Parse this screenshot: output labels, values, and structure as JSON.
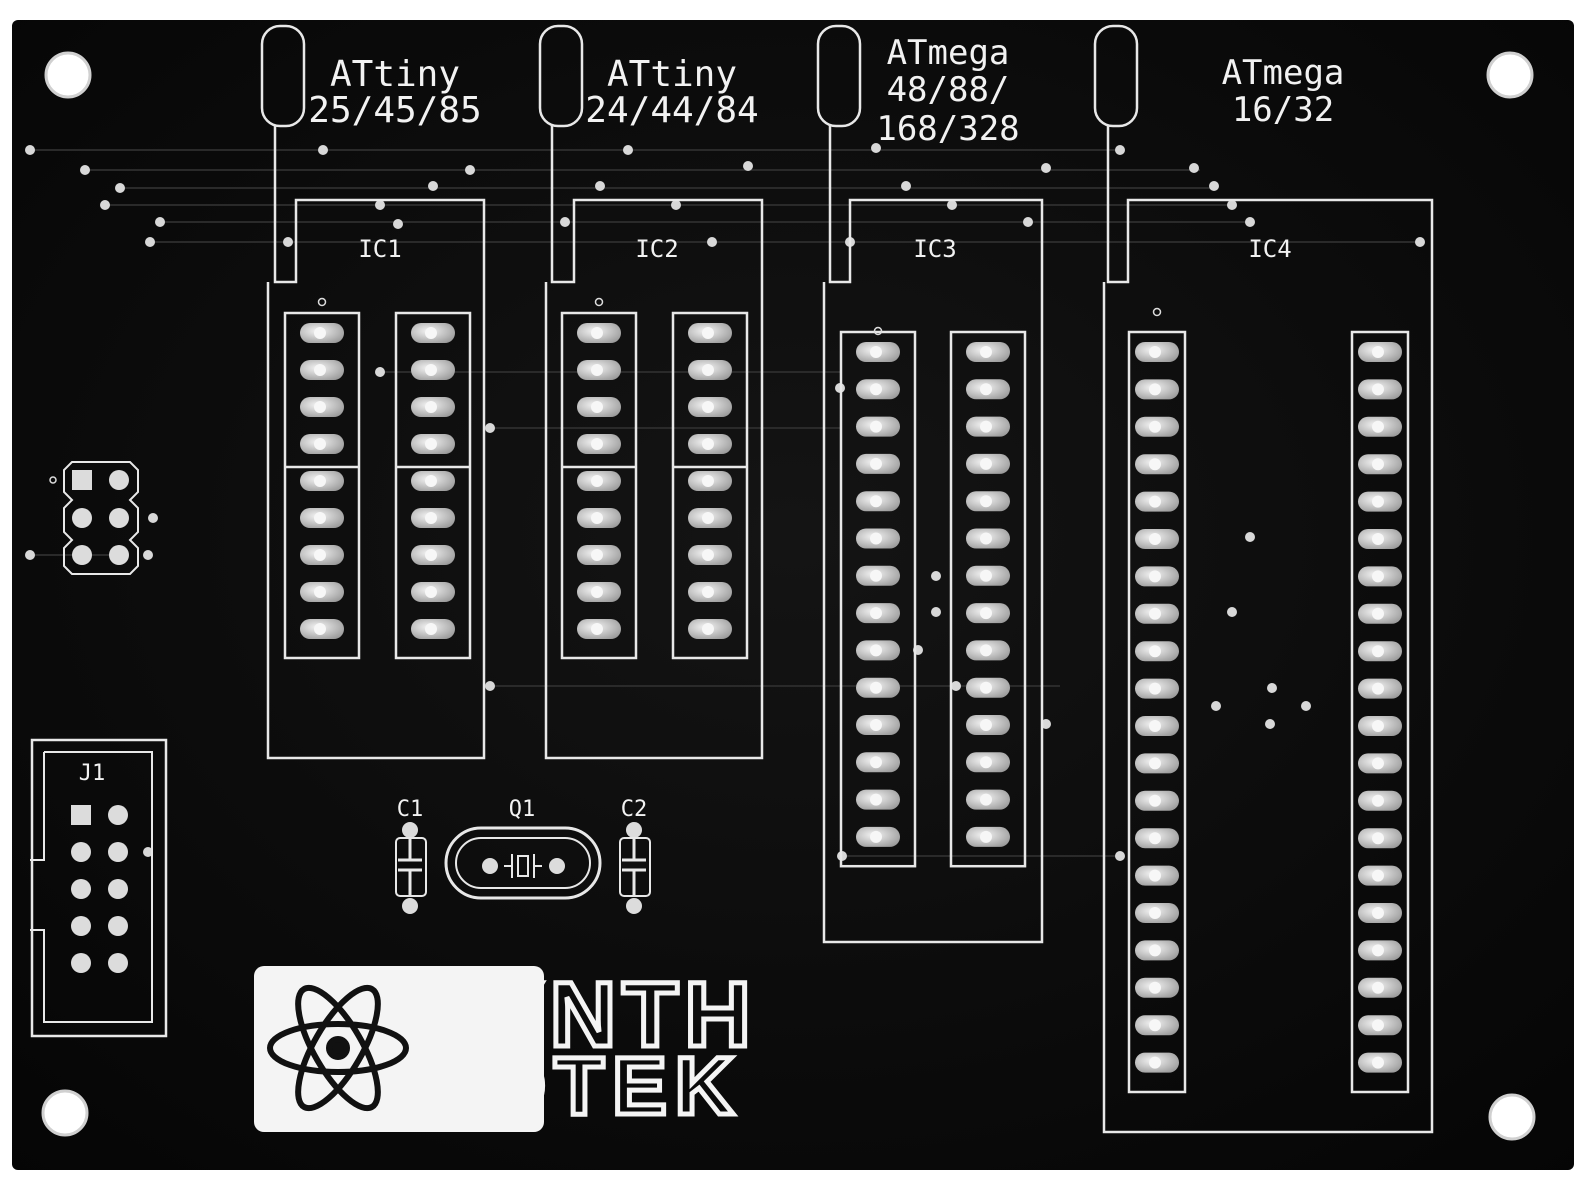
{
  "board": {
    "colors": {
      "substrate": "#0c0c0c",
      "silkscreen": "#f2f2f2",
      "pad": "#cfcfcf",
      "trace": "#262626",
      "background": "#ffffff"
    },
    "chips": [
      {
        "id": "ic1",
        "title_line1": "ATtiny",
        "title_line2": "25/45/85",
        "title_line3": "",
        "designator": "IC1"
      },
      {
        "id": "ic2",
        "title_line1": "ATtiny",
        "title_line2": "24/44/84",
        "title_line3": "",
        "designator": "IC2"
      },
      {
        "id": "ic3",
        "title_line1": "ATmega",
        "title_line2": "48/88/",
        "title_line3": "168/328",
        "designator": "IC3"
      },
      {
        "id": "ic4",
        "title_line1": "ATmega",
        "title_line2": "16/32",
        "title_line3": "",
        "designator": "IC4"
      }
    ],
    "connector": {
      "designator": "J1"
    },
    "components": {
      "c1": "C1",
      "q1": "Q1",
      "c2": "C2"
    },
    "logo": {
      "line1": "SYNTH",
      "line2": "ROTEK",
      "icon": "atom-icon"
    }
  }
}
